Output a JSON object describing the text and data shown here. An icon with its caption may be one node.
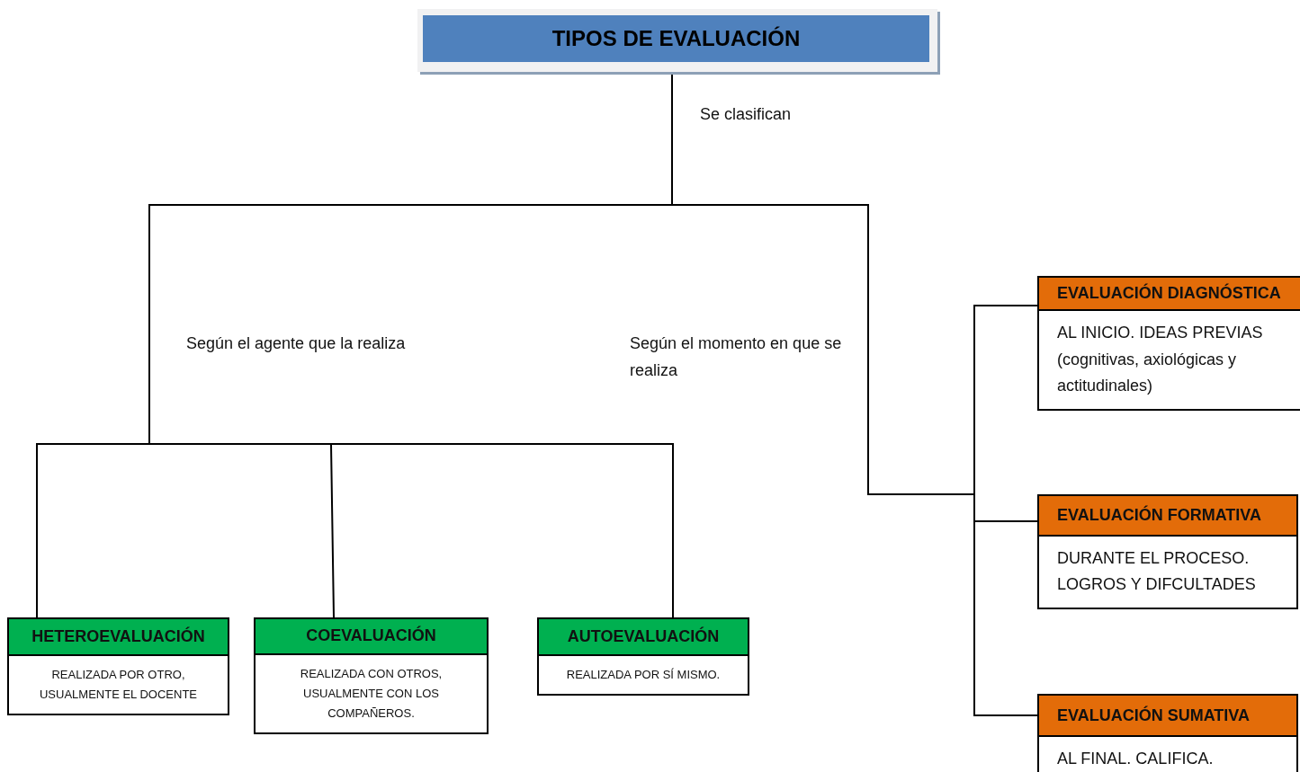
{
  "diagram": {
    "nodes": [
      {
        "text": [
          "TIPOS DE EVALUACIÓN"
        ]
      },
      {
        "text": [
          "HETEROEVALUACIÓN",
          "REALIZADA POR OTRO, USUALMENTE EL DOCENTE"
        ]
      },
      {
        "text": [
          "COEVALUACIÓN",
          "REALIZADA CON OTROS, USUALMENTE CON LOS COMPAÑEROS."
        ]
      },
      {
        "text": [
          "AUTOEVALUACIÓN",
          "REALIZADA POR SÍ MISMO."
        ]
      },
      {
        "text": [
          "EVALUACIÓN DIAGNÓSTICA",
          "AL INICIO. IDEAS PREVIAS (cognitivas, axiológicas y actitudinales)"
        ]
      },
      {
        "text": [
          "EVALUACIÓN FORMATIVA",
          "DURANTE EL PROCESO. LOGROS Y DIFCULTADES"
        ]
      },
      {
        "text": [
          "EVALUACIÓN SUMATIVA",
          "AL FINAL. CALIFICA."
        ]
      }
    ],
    "edges": [
      {
        "from": 0,
        "to": 1,
        "arrow": "none"
      },
      {
        "from": 0,
        "to": 2,
        "arrow": "none"
      },
      {
        "from": 0,
        "to": 3,
        "arrow": "none"
      },
      {
        "from": 0,
        "to": 4,
        "arrow": "none"
      },
      {
        "from": 0,
        "to": 5,
        "arrow": "none"
      },
      {
        "from": 0,
        "to": 6,
        "arrow": "none"
      }
    ],
    "labels": [
      "Se clasifican",
      "Según el agente que la realiza",
      "Según el momento en que se realiza"
    ]
  }
}
